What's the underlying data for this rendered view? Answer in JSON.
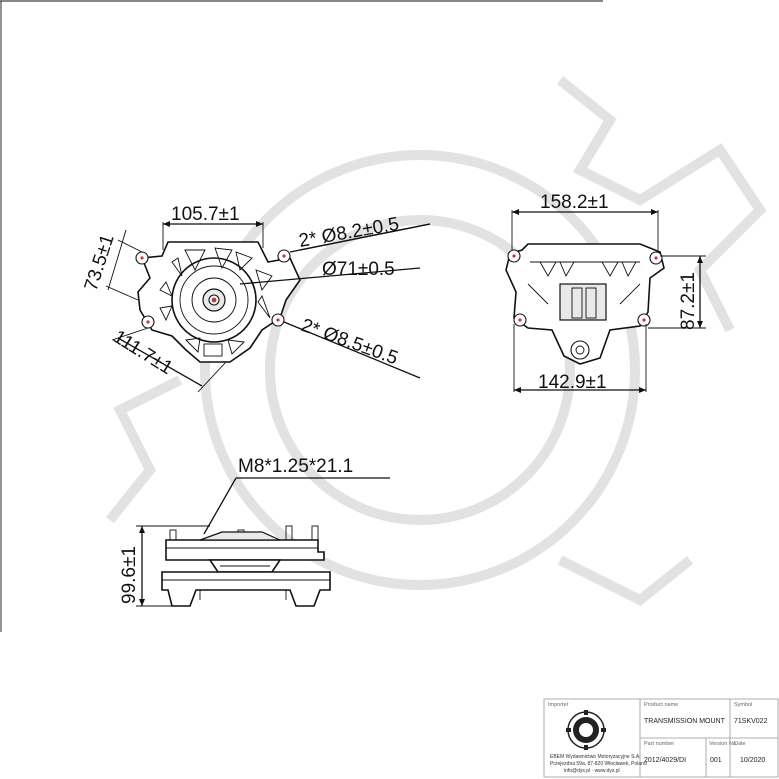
{
  "drawing": {
    "dimensions": {
      "top_width": "105.7±1",
      "side_height": "73.5±1",
      "holes_upper": "2* Ø8.2±0.5",
      "center_bore": "Ø71±0.5",
      "holes_lower": "2* Ø8.5±0.5",
      "diagonal": "111.7±1",
      "right_top_width": "158.2±1",
      "right_height": "87.2±1",
      "right_bottom_width": "142.9±1",
      "thread": "M8*1.25*21.1",
      "side_view_height": "99.6±1"
    }
  },
  "title_block": {
    "company_label": "Importer",
    "company_line1": "EBEM Wydawnictwo Motoryzacyjne S.A.",
    "company_line2": "Przejezdna 59a, 87-820 Włocławek, Poland",
    "company_line3": "info@dys.pl · www.dys.pl",
    "description_label": "Product name",
    "description_value": "TRANSMISSION MOUNT",
    "symbol_label": "Symbol",
    "symbol_value": "71SKV022",
    "drawing_no_label": "Part number",
    "drawing_no_value": "2012/4029/DI",
    "version_label": "Version No.",
    "version_value": "001",
    "date_label": "Date",
    "date_value": "10/2020"
  }
}
